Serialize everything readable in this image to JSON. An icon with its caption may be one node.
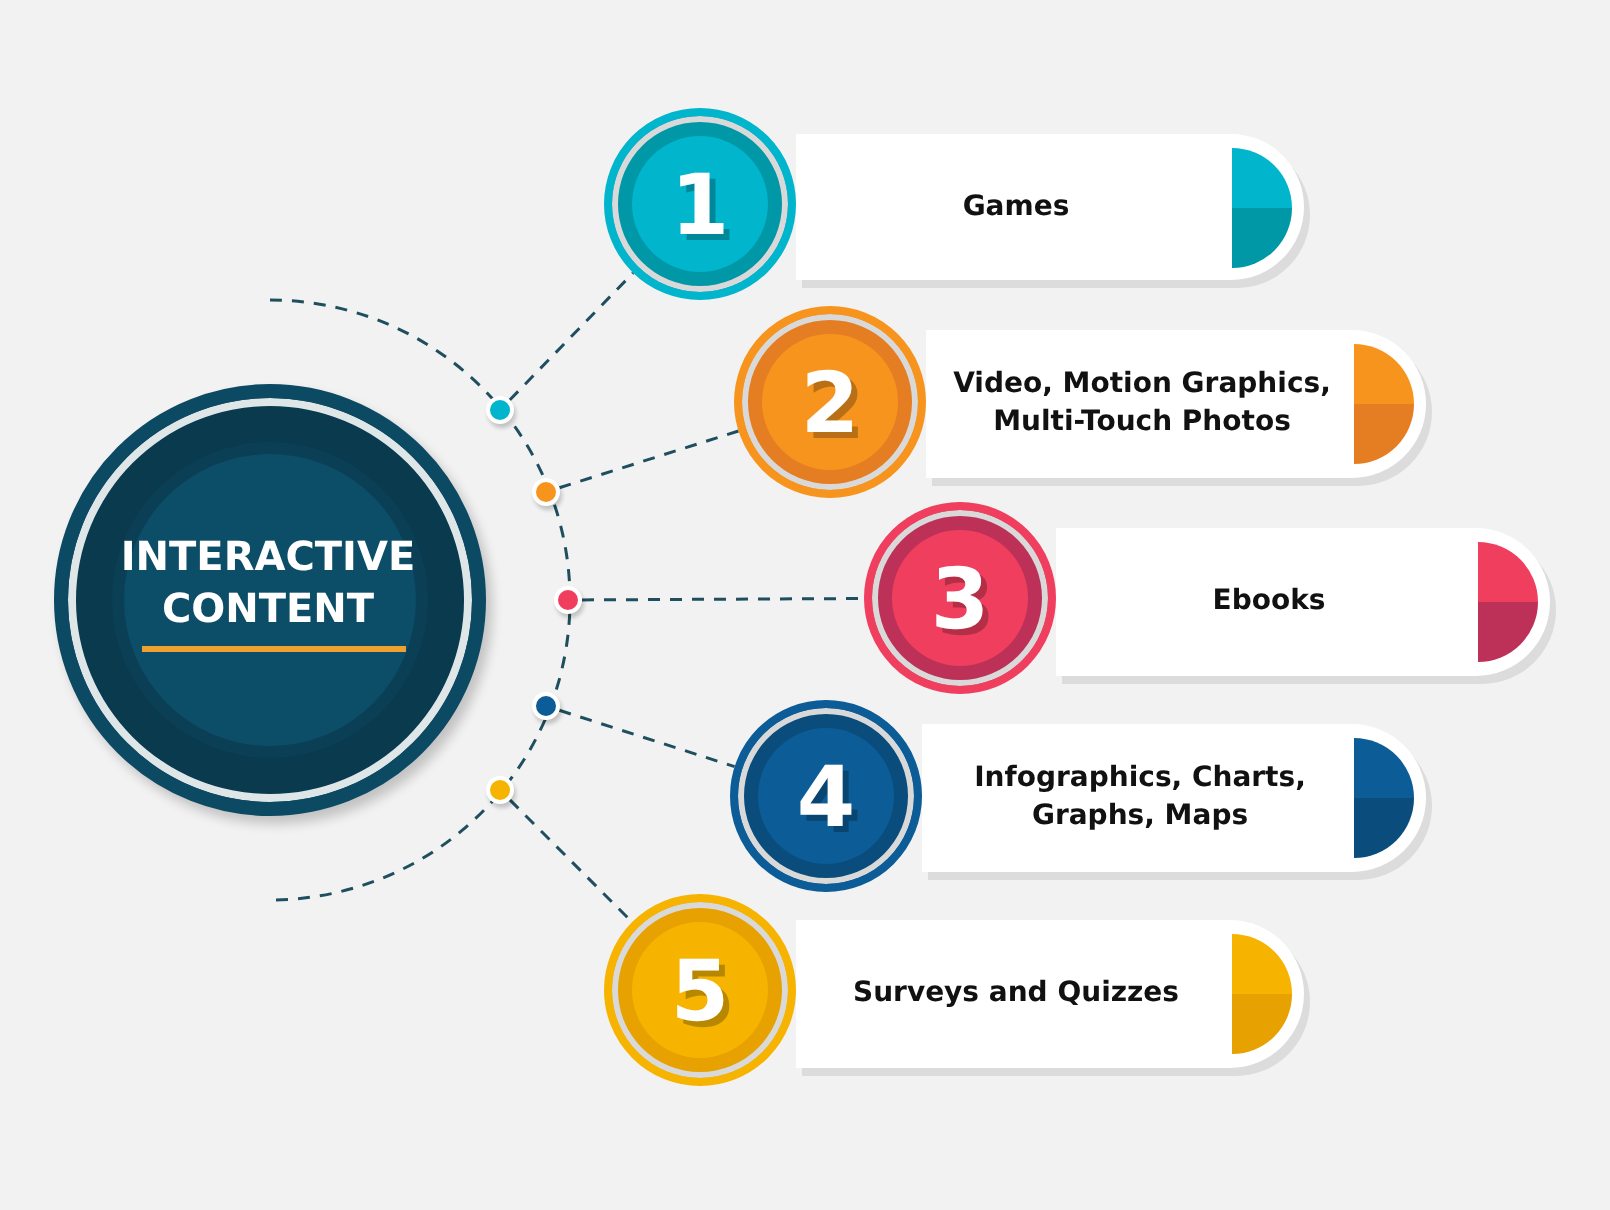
{
  "diagram": {
    "nodes": [
      {
        "text": [
          "INTERACTIVE CONTENT"
        ]
      },
      {
        "text": [],
        "shape": "circle"
      },
      {
        "text": [],
        "shape": "circle"
      },
      {
        "text": [],
        "shape": "circle"
      },
      {
        "text": [],
        "shape": "circle"
      },
      {
        "text": [],
        "shape": "circle"
      },
      {
        "text": [
          "1"
        ]
      },
      {
        "text": [
          "Games"
        ]
      },
      {
        "text": [
          "2"
        ]
      },
      {
        "text": [
          "Video, Motion Graphics, Multi-Touch Photos"
        ]
      },
      {
        "text": [
          "3"
        ]
      },
      {
        "text": [
          "Ebooks"
        ]
      },
      {
        "text": [
          "4"
        ]
      },
      {
        "text": [
          "Infographics, Charts, Graphs, Maps"
        ]
      },
      {
        "text": [
          "5"
        ]
      },
      {
        "text": [
          "Surveys and Quizzes"
        ]
      }
    ],
    "edges": [
      {
        "from": 1,
        "to": 6,
        "arrow": "none"
      },
      {
        "from": 2,
        "to": 8,
        "arrow": "none"
      },
      {
        "from": 3,
        "to": 10,
        "arrow": "none"
      },
      {
        "from": 4,
        "to": 12,
        "arrow": "none"
      },
      {
        "from": 5,
        "to": 14,
        "arrow": "none"
      }
    ]
  }
}
